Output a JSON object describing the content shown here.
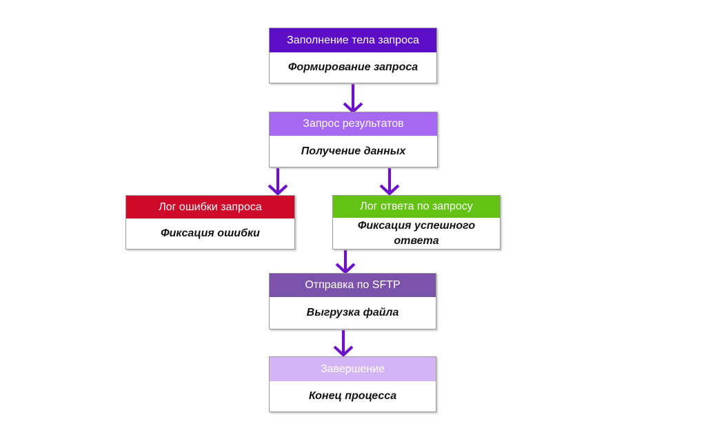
{
  "page": {
    "background": "#ffffff"
  },
  "diagram": {
    "arrow_color": "#6C13C8",
    "border_color": "#989898",
    "nodes": [
      {
        "id": "fill-request-body",
        "title": "Заполнение тела запроса",
        "subtitle": "Формирование запроса",
        "color": "#5C0EC6",
        "title_color": "#ffffff"
      },
      {
        "id": "request-results",
        "title": "Запрос результатов",
        "subtitle": "Получение данных",
        "color": "#A669EF",
        "title_color": "#ffffff"
      },
      {
        "id": "error-log",
        "title": "Лог ошибки запроса",
        "subtitle": "Фиксация ошибки",
        "color": "#CE0A2B",
        "title_color": "#ffffff"
      },
      {
        "id": "response-log",
        "title": "Лог ответа по запросу",
        "subtitle": "Фиксация успешного ответа",
        "color": "#64C214",
        "title_color": "#ffffff"
      },
      {
        "id": "sftp-send",
        "title": "Отправка по SFTP",
        "subtitle": "Выгрузка файла",
        "color": "#7B53AB",
        "title_color": "#ffffff"
      },
      {
        "id": "finish",
        "title": "Завершение",
        "subtitle": "Конец процесса",
        "color": "#D3B4F4",
        "title_color": "#ffffff"
      }
    ]
  }
}
